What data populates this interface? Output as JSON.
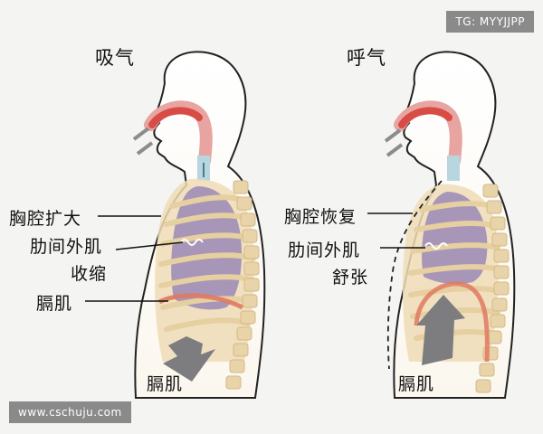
{
  "watermark_top": "TG: MYYJJPP",
  "watermark_bottom": "www.cschuju.com",
  "left": {
    "title": "吸气",
    "label_chest": "胸腔扩大",
    "label_intercostal": "肋间外肌",
    "label_intercostal_state": "收缩",
    "label_diaphragm": "膈肌",
    "label_diaphragm_bottom": "膈肌"
  },
  "right": {
    "title": "呼气",
    "label_chest": "胸腔恢复",
    "label_intercostal": "肋间外肌",
    "label_intercostal_state": "舒张",
    "label_diaphragm_bottom": "膈肌"
  },
  "colors": {
    "bone": "#efdcb6",
    "lung": "#9a88b6",
    "airway": "#d94b45",
    "arrow": "#7d7d80",
    "outline": "#222222"
  }
}
